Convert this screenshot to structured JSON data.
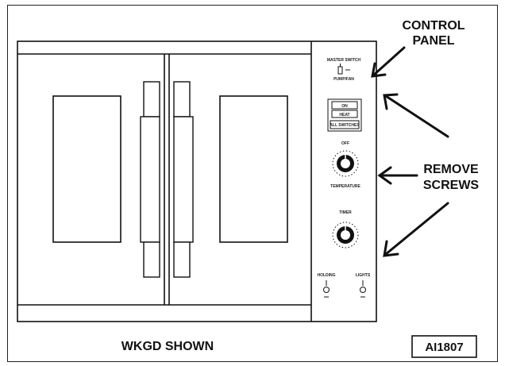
{
  "diagram": {
    "callouts": {
      "control_panel_line1": "CONTROL",
      "control_panel_line2": "PANEL",
      "remove_screws_line1": "REMOVE",
      "remove_screws_line2": "SCREWS"
    },
    "caption": "WKGD SHOWN",
    "figure_id": "AI1807",
    "panel": {
      "master_switch": "MASTER SWITCH",
      "switch_sub": "PUMP/FAN",
      "indicator_1": "ON",
      "indicator_2": "HEAT",
      "indicator_3": "ALL SWITCHES",
      "temp_top": "OFF",
      "temperature": "TEMPERATURE",
      "timer": "TIMER",
      "left_label": "HOLDING",
      "right_label": "LIGHTS"
    }
  }
}
